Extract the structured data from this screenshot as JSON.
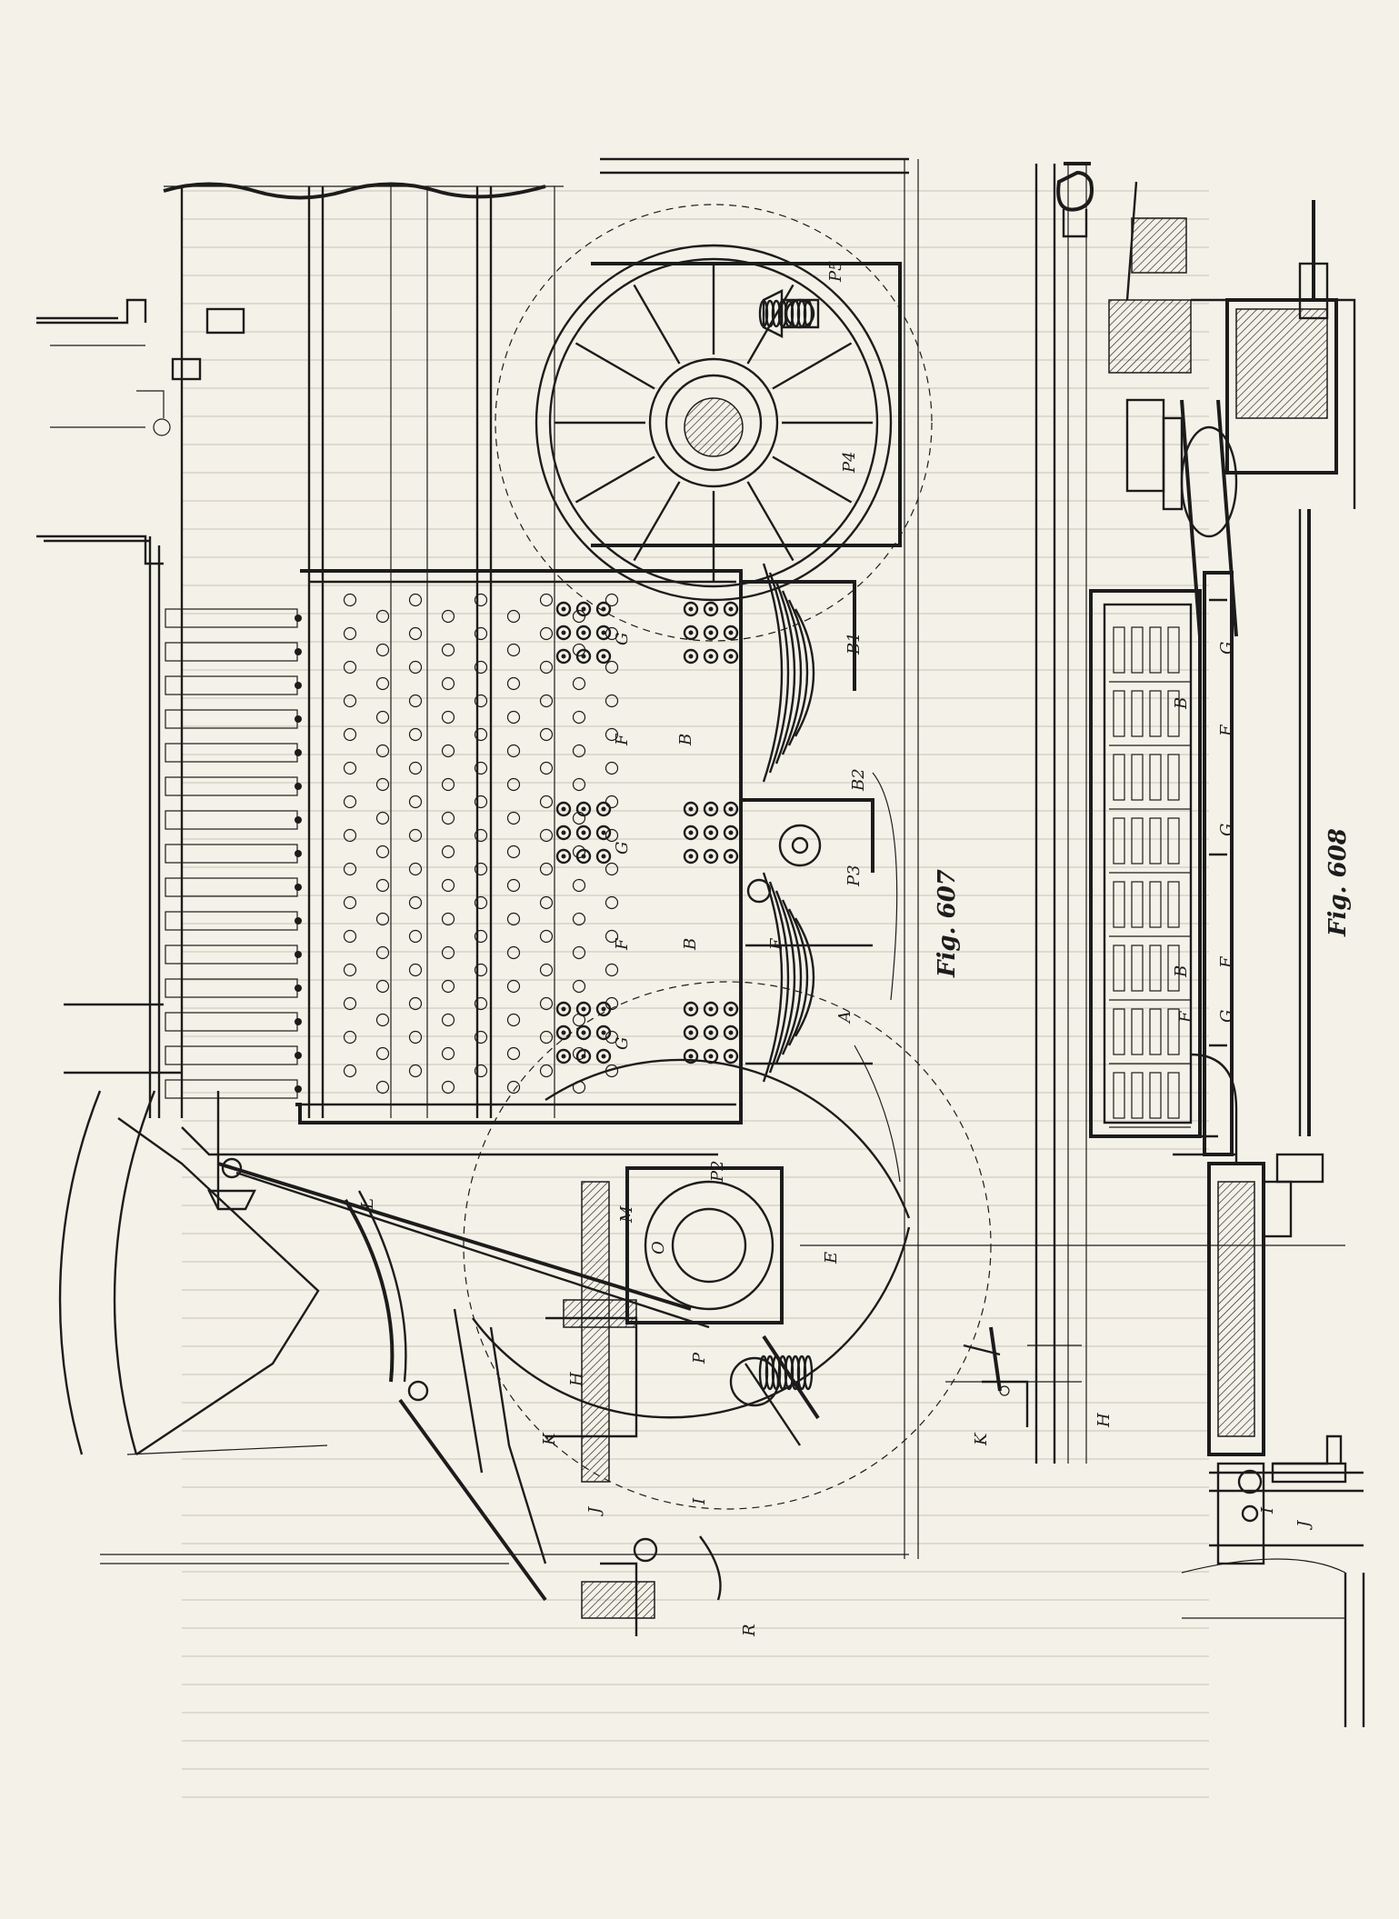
{
  "figures": [
    {
      "id": "fig607",
      "caption": "Fig. 607"
    },
    {
      "id": "fig608",
      "caption": "Fig. 608"
    }
  ],
  "labels": {
    "fig607": [
      "P5",
      "P4",
      "G",
      "F",
      "B",
      "G",
      "B1",
      "B2",
      "P3",
      "F",
      "B",
      "F",
      "A",
      "G",
      "P2",
      "E",
      "P",
      "M",
      "O",
      "L",
      "K",
      "H",
      "J",
      "I",
      "R"
    ],
    "fig608": [
      "G",
      "F",
      "B",
      "G",
      "F",
      "B",
      "G",
      "F",
      "H",
      "K",
      "J",
      "I"
    ]
  },
  "colors": {
    "ink": "#1c1c1c",
    "paper": "#f4f1e8"
  }
}
